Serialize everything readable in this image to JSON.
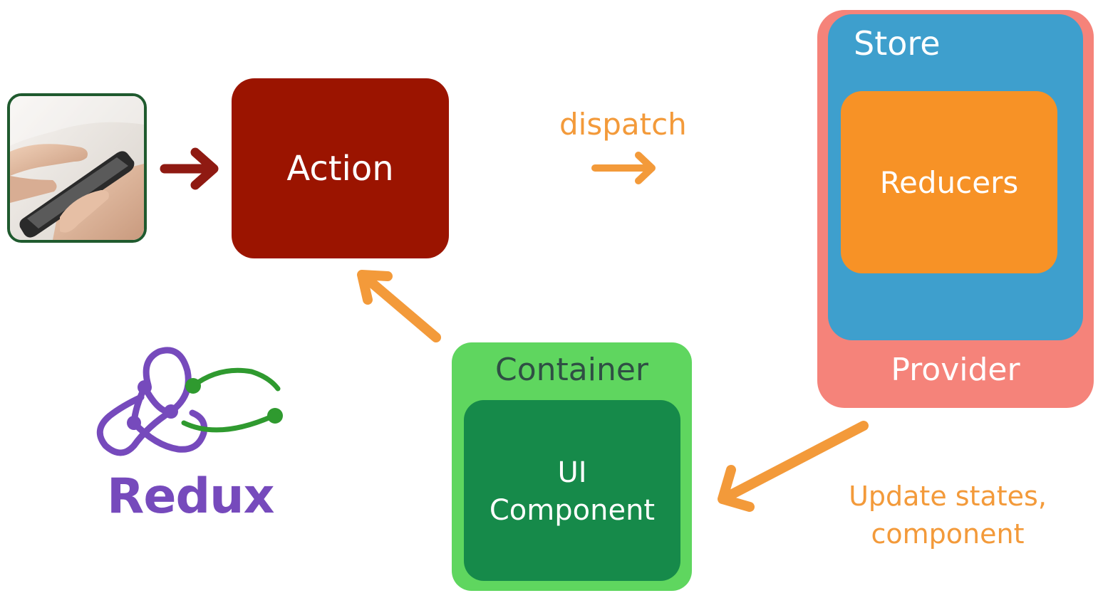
{
  "diagram": {
    "action": {
      "label": "Action",
      "color": "#9b1400"
    },
    "dispatch": {
      "label": "dispatch",
      "color": "#f39a3a"
    },
    "store": {
      "label": "Store",
      "color": "#3e9fcd"
    },
    "reducers": {
      "label": "Reducers",
      "color": "#f79226"
    },
    "provider": {
      "label": "Provider",
      "color": "#f5837a"
    },
    "container": {
      "label": "Container",
      "color": "#5fd65f"
    },
    "ui_component": {
      "line1": "UI",
      "line2": "Component",
      "color": "#168a4a"
    },
    "update_states": {
      "line1": "Update states,",
      "line2": "component",
      "color": "#f39a3a"
    },
    "logo": {
      "word": "Redux",
      "color": "#764abc",
      "icon": "redux-logo-icon"
    },
    "user_photo": {
      "icon": "hand-holding-phone-photo"
    },
    "arrows": {
      "user_to_action_color": "#8f1a12",
      "orange_color": "#f39a3a"
    }
  }
}
